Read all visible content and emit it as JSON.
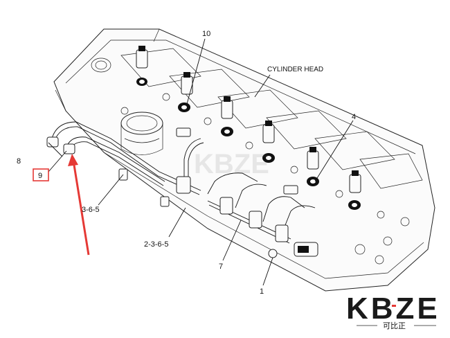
{
  "callouts": {
    "cylinder_head": "CYLINDER HEAD",
    "c10": "10",
    "c4": "4",
    "c8": "8",
    "c9": "9",
    "c365": "3-6-5",
    "c2365": "2-3-6-5",
    "c7": "7",
    "c1": "1"
  },
  "logo": {
    "brand": "KBZE",
    "sub": "可比正"
  },
  "colors": {
    "arrow": "#e53935",
    "highlight_box": "#e53935",
    "logo_text": "#1a1a1a",
    "logo_accent": "#e53935"
  }
}
